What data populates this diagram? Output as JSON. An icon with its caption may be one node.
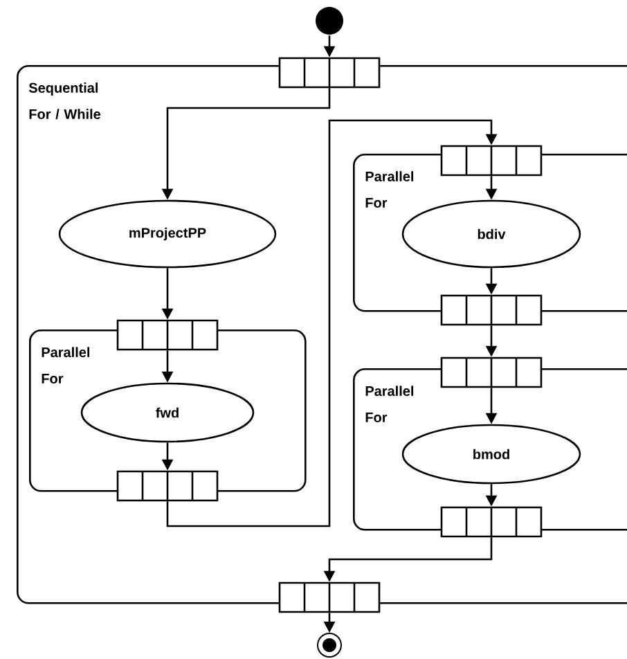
{
  "diagram": {
    "nodes": [
      {
        "text": [],
        "shape": "circle"
      },
      {
        "text": [
          "Sequential For / While"
        ]
      },
      {
        "text": [],
        "shape": "box"
      },
      {
        "text": [
          "mProjectPP"
        ],
        "in": 1
      },
      {
        "text": [
          "Parallel For"
        ],
        "in": 1
      },
      {
        "text": [],
        "shape": "box",
        "in": 1
      },
      {
        "text": [
          "fwd"
        ],
        "in": 4
      },
      {
        "text": [],
        "shape": "box",
        "in": 1
      },
      {
        "text": [
          "Parallel For"
        ],
        "in": 1
      },
      {
        "text": [],
        "shape": "box",
        "in": 1
      },
      {
        "text": [
          "bdiv"
        ],
        "in": 8
      },
      {
        "text": [],
        "shape": "box",
        "in": 1
      },
      {
        "text": [
          "Parallel For"
        ],
        "in": 1
      },
      {
        "text": [],
        "shape": "box",
        "in": 1
      },
      {
        "text": [
          "bmod"
        ],
        "in": 12
      },
      {
        "text": [],
        "shape": "box",
        "in": 1
      },
      {
        "text": [],
        "shape": "box"
      },
      {
        "text": [],
        "shape": "circle"
      }
    ],
    "edges": [
      {
        "from": 0,
        "to": 2,
        "arrow": "to"
      },
      {
        "from": 2,
        "to": 3,
        "arrow": "to"
      },
      {
        "from": 3,
        "to": 5,
        "arrow": "to"
      },
      {
        "from": 5,
        "to": 6,
        "arrow": "to"
      },
      {
        "from": 6,
        "to": 7,
        "arrow": "to"
      },
      {
        "from": 7,
        "to": 9,
        "arrow": "to"
      },
      {
        "from": 9,
        "to": 10,
        "arrow": "to"
      },
      {
        "from": 10,
        "to": 11,
        "arrow": "to"
      },
      {
        "from": 11,
        "to": 13,
        "arrow": "to"
      },
      {
        "from": 13,
        "to": 14,
        "arrow": "to"
      },
      {
        "from": 14,
        "to": 15,
        "arrow": "to"
      },
      {
        "from": 15,
        "to": 16,
        "arrow": "to"
      },
      {
        "from": 16,
        "to": 17,
        "arrow": "to"
      }
    ]
  }
}
